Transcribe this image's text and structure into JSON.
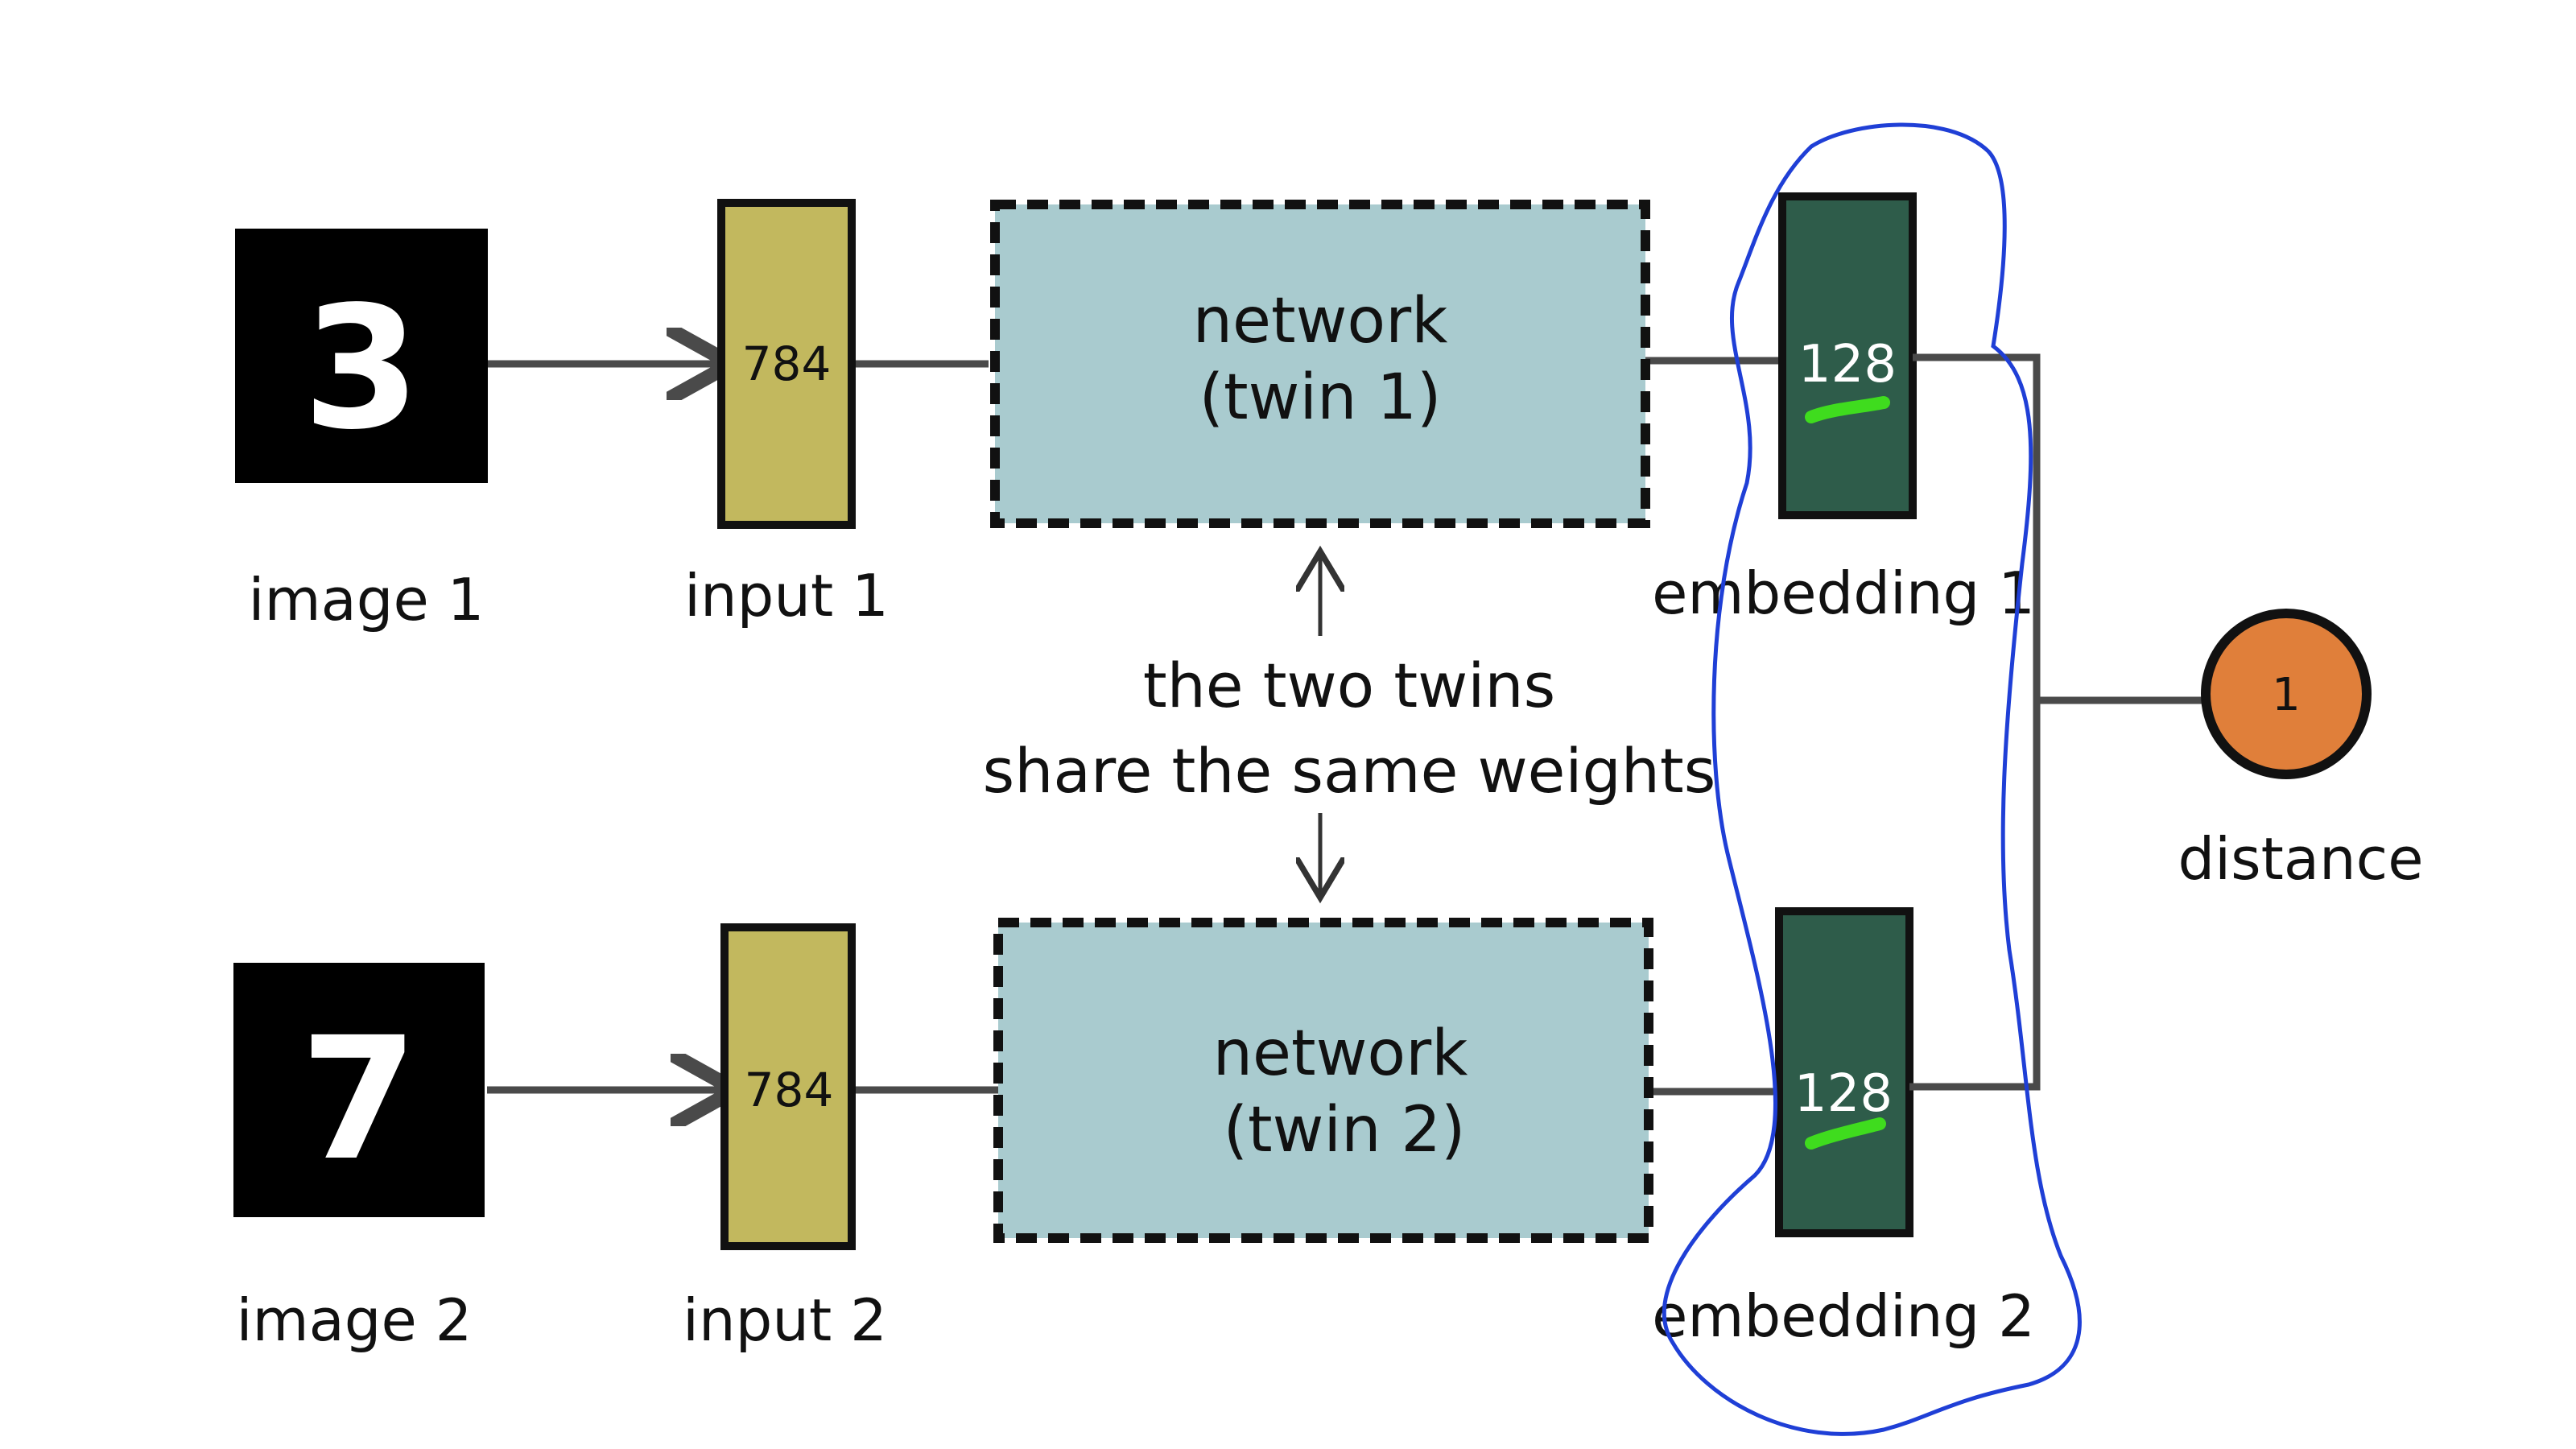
{
  "colors": {
    "image_bg": "#000000",
    "digit": "#ffffff",
    "input_vector": "#c2b85e",
    "network_box": "#a9cbcf",
    "embedding_vector": "#2e5c4a",
    "embedding_highlight": "#3fdc1e",
    "distance_node": "#e07f3a",
    "connector": "#4a4a4a",
    "annotation_outline": "#1f3fd6"
  },
  "icons": {
    "shared_weights_up": "arrow-up",
    "shared_weights_down": "arrow-down",
    "flow": "arrow-right"
  },
  "twin1": {
    "digit": "3",
    "image_label": "image 1",
    "input_size": "784",
    "input_label": "input 1",
    "network_line1": "network",
    "network_line2": "(twin 1)",
    "embedding_size": "128",
    "embedding_label": "embedding 1"
  },
  "twin2": {
    "digit": "7",
    "image_label": "image 2",
    "input_size": "784",
    "input_label": "input 2",
    "network_line1": "network",
    "network_line2": "(twin 2)",
    "embedding_size": "128",
    "embedding_label": "embedding 2"
  },
  "shared_weights": {
    "line1": "the two twins",
    "line2": "share the same weights"
  },
  "distance": {
    "value": "1",
    "label": "distance"
  }
}
